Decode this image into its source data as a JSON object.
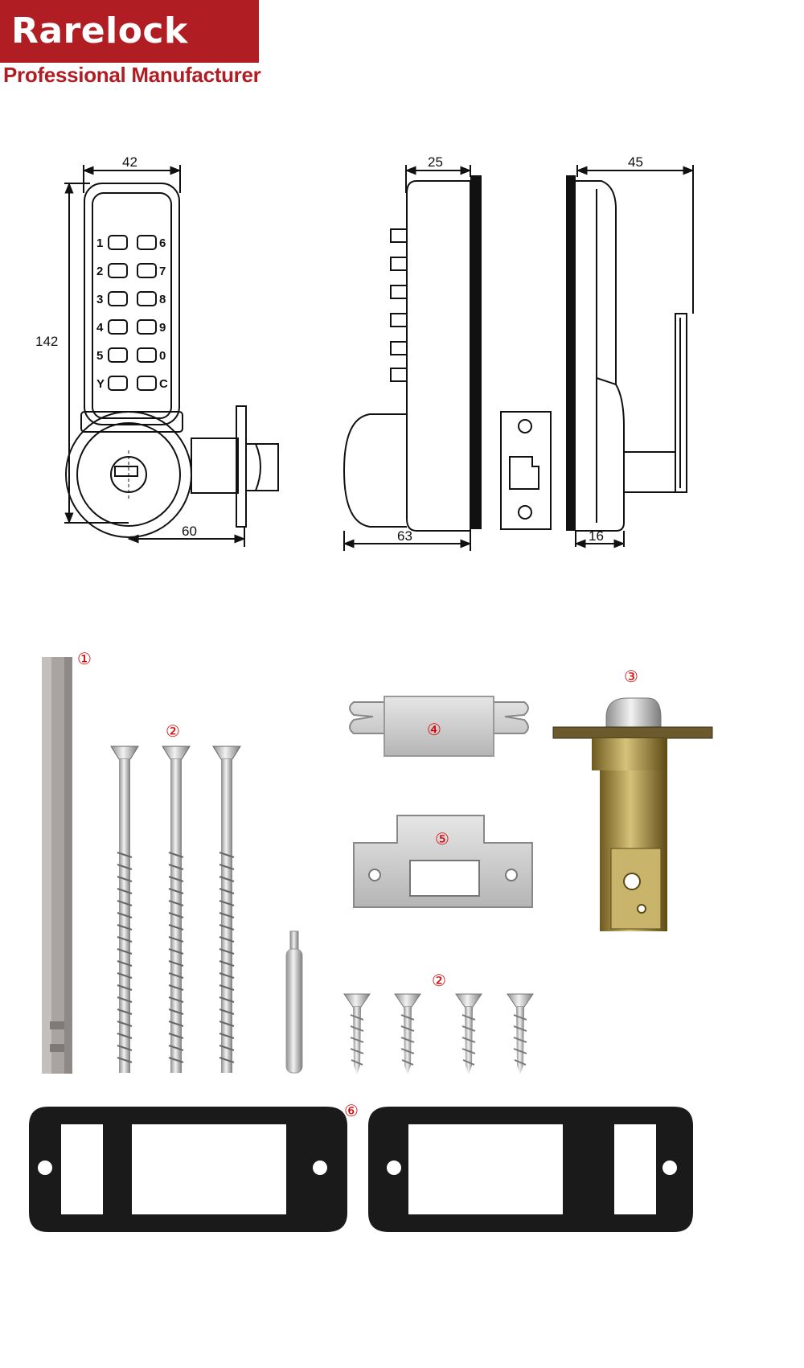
{
  "brand": {
    "name": "Rarelock",
    "tagline": "Professional Manufacturer"
  },
  "dimensions": {
    "front_width": "42",
    "front_height": "142",
    "front_depth": "60",
    "side_width": "25",
    "side_total": "63",
    "back_width": "45",
    "back_small": "16"
  },
  "keypad": {
    "left_keys": [
      "1",
      "2",
      "3",
      "4",
      "5",
      "Y"
    ],
    "right_keys": [
      "6",
      "7",
      "8",
      "9",
      "0",
      "C"
    ]
  },
  "markers": {
    "spindle": "①",
    "screws_long": "②",
    "latch": "③",
    "bracket": "④",
    "strike": "⑤",
    "screws_short": "②",
    "gasket": "⑥"
  },
  "colors": {
    "brand": "#b01e23",
    "marker": "#d40000",
    "line": "#111111"
  }
}
